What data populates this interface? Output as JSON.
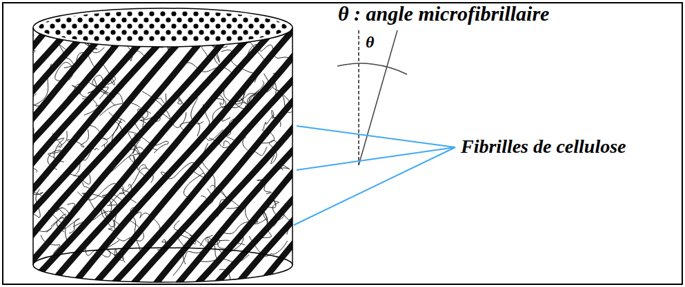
{
  "diagram": {
    "labels": [
      "θ : angle microfibrillaire",
      "θ",
      "Fibrilles de cellulose"
    ]
  }
}
